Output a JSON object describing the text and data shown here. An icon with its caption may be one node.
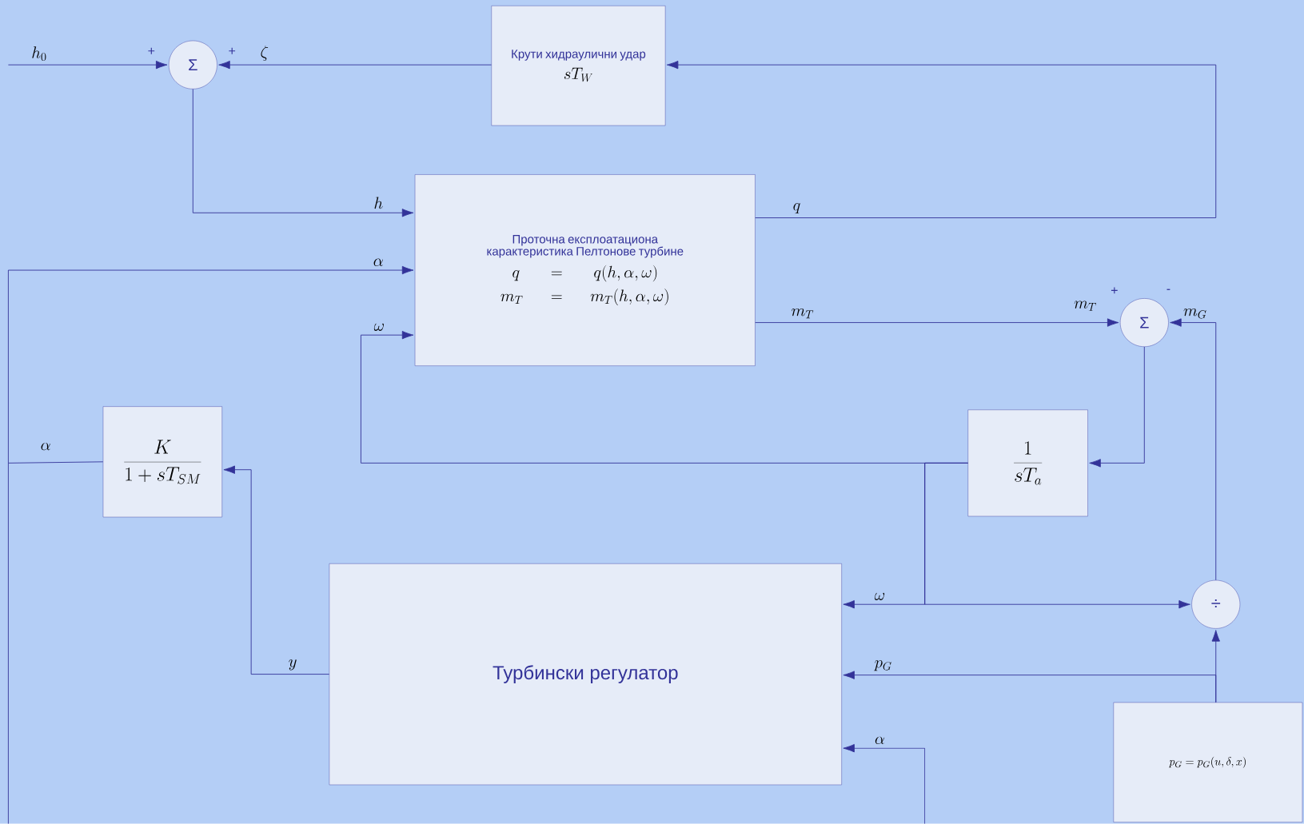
{
  "diagram": {
    "nodes": [
      {
        "text": [
          "Σ"
        ]
      },
      {
        "text": [
          "Крути хидраулични удар",
          "sT_W"
        ]
      },
      {
        "text": [
          "Проточна експлоатациона карактеристика Пелтонове турбине",
          "q = q(h,\\alpha,\\omega)",
          "m_T = m_T(h,\\alpha,\\omega)"
        ]
      },
      {
        "text": [
          "Σ"
        ]
      },
      {
        "text": [
          "\\frac{K}{1+sT_{SM}}"
        ]
      },
      {
        "text": [
          "\\frac{1}{sT_a}"
        ]
      },
      {
        "text": [
          "Турбински регулатор"
        ]
      },
      {
        "text": [
          "÷"
        ]
      },
      {
        "text": [
          "p_G = p_G(u,\\delta,x)"
        ]
      }
    ],
    "edges": [
      {
        "from": null,
        "to": 0,
        "arrow": "to",
        "label": "h_0"
      },
      {
        "from": 1,
        "to": 0,
        "arrow": "to",
        "label": "\\zeta"
      },
      {
        "from": 0,
        "to": 2,
        "arrow": "to",
        "label": "h"
      },
      {
        "from": 2,
        "to": 1,
        "arrow": "to",
        "label": "q"
      },
      {
        "from": 2,
        "to": 3,
        "arrow": "to",
        "label": "m_T"
      },
      {
        "from": 7,
        "to": 3,
        "arrow": "to",
        "label": "m_G"
      },
      {
        "from": 3,
        "to": 5,
        "arrow": "to"
      },
      {
        "from": 5,
        "to": 2,
        "arrow": "to",
        "label": "\\omega"
      },
      {
        "from": 5,
        "to": 6,
        "arrow": "to",
        "label": "\\omega"
      },
      {
        "from": 5,
        "to": 7,
        "arrow": "to"
      },
      {
        "from": 8,
        "to": 6,
        "arrow": "to",
        "label": "p_G"
      },
      {
        "from": 8,
        "to": 7,
        "arrow": "to"
      },
      {
        "from": 6,
        "to": 4,
        "arrow": "to",
        "label": "y"
      },
      {
        "from": 4,
        "to": 2,
        "arrow": "to",
        "label": "\\alpha"
      },
      {
        "from": null,
        "to": 6,
        "arrow": "to",
        "label": "\\alpha"
      }
    ],
    "labels": [
      "+",
      "+",
      "+",
      "-",
      "m_T",
      "\\alpha"
    ]
  }
}
